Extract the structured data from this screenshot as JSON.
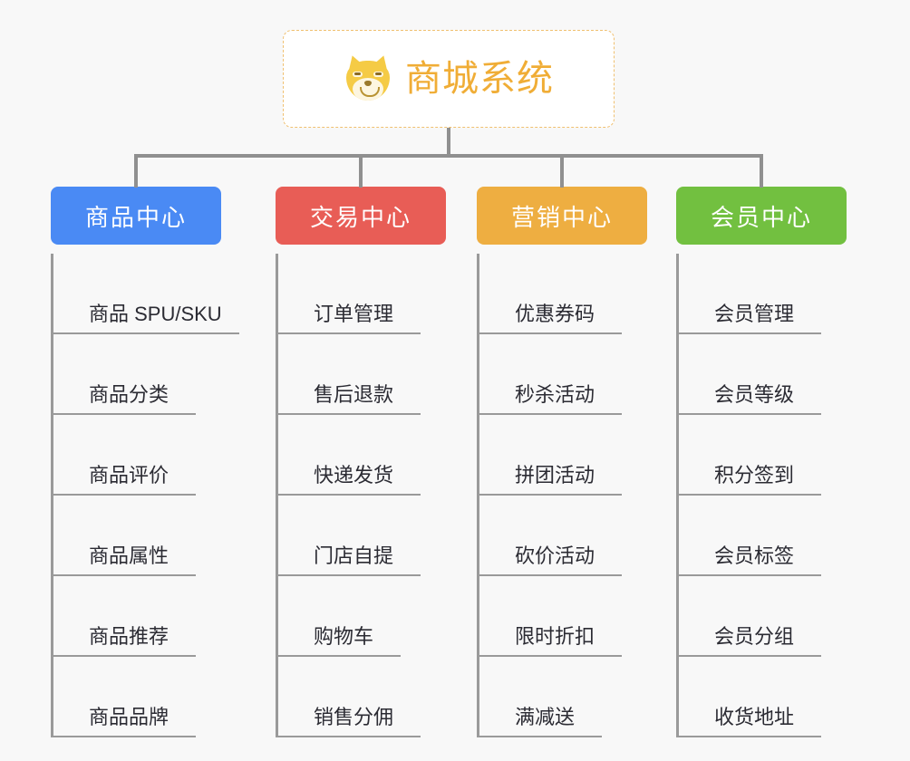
{
  "page": {
    "background_color": "#f8f8f8",
    "type": "organization-chart"
  },
  "root": {
    "title": "商城系统",
    "icon": "shiba-dog-face-icon",
    "text_color": "#f0ad36",
    "border_color": "#f0c070",
    "background_color": "#ffffff"
  },
  "connector": {
    "color": "#909090"
  },
  "branches": [
    {
      "id": "product-center",
      "title": "商品中心",
      "color": "#4a8af4",
      "items": [
        {
          "label": "商品 SPU/SKU",
          "underline_width": 208
        },
        {
          "label": "商品分类",
          "underline_width": 160
        },
        {
          "label": "商品评价",
          "underline_width": 160
        },
        {
          "label": "商品属性",
          "underline_width": 160
        },
        {
          "label": "商品推荐",
          "underline_width": 160
        },
        {
          "label": "商品品牌",
          "underline_width": 160
        }
      ]
    },
    {
      "id": "trade-center",
      "title": "交易中心",
      "color": "#e85d56",
      "items": [
        {
          "label": "订单管理",
          "underline_width": 160
        },
        {
          "label": "售后退款",
          "underline_width": 160
        },
        {
          "label": "快递发货",
          "underline_width": 160
        },
        {
          "label": "门店自提",
          "underline_width": 160
        },
        {
          "label": "购物车",
          "underline_width": 138
        },
        {
          "label": "销售分佣",
          "underline_width": 160
        }
      ]
    },
    {
      "id": "marketing-center",
      "title": "营销中心",
      "color": "#eeae41",
      "items": [
        {
          "label": "优惠券码",
          "underline_width": 160
        },
        {
          "label": "秒杀活动",
          "underline_width": 160
        },
        {
          "label": "拼团活动",
          "underline_width": 160
        },
        {
          "label": "砍价活动",
          "underline_width": 160
        },
        {
          "label": "限时折扣",
          "underline_width": 160
        },
        {
          "label": "满减送",
          "underline_width": 138
        }
      ]
    },
    {
      "id": "member-center",
      "title": "会员中心",
      "color": "#72c040",
      "items": [
        {
          "label": "会员管理",
          "underline_width": 160
        },
        {
          "label": "会员等级",
          "underline_width": 160
        },
        {
          "label": "积分签到",
          "underline_width": 160
        },
        {
          "label": "会员标签",
          "underline_width": 160
        },
        {
          "label": "会员分组",
          "underline_width": 160
        },
        {
          "label": "收货地址",
          "underline_width": 160
        }
      ]
    }
  ]
}
